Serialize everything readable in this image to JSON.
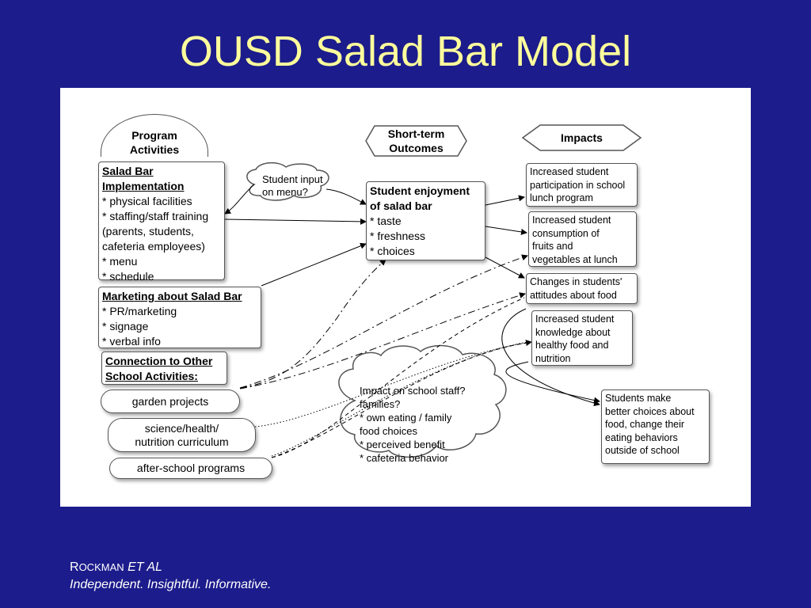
{
  "slide": {
    "title": "OUSD Salad Bar Model"
  },
  "diagram": {
    "headers": {
      "program_activities": [
        "Program",
        "Activities"
      ],
      "short_term_outcomes": [
        "Short-term",
        "Outcomes"
      ],
      "impacts": "Impacts"
    },
    "activities": {
      "salad_bar": {
        "heading": [
          "Salad Bar",
          "Implementation"
        ],
        "items": [
          "* physical facilities",
          "* staffing/staff training",
          "(parents, students,",
          "cafeteria employees)",
          "* menu",
          "* schedule"
        ]
      },
      "marketing": {
        "heading": "Marketing about Salad Bar",
        "items": [
          "* PR/marketing",
          "* signage",
          "* verbal info"
        ]
      },
      "connection": {
        "heading": [
          "Connection to Other",
          "School Activities:"
        ]
      },
      "garden": "garden projects",
      "science": [
        "science/health/",
        "nutrition curriculum"
      ],
      "afterschool": "after-school programs"
    },
    "student_input": [
      "Student input",
      "on menu?"
    ],
    "short_term": {
      "heading": [
        "Student enjoyment",
        "of salad bar"
      ],
      "items": [
        "* taste",
        "* freshness",
        "* choices"
      ]
    },
    "impacts": {
      "participation": [
        "Increased student",
        "participation in school",
        "lunch program"
      ],
      "consumption": [
        "Increased student",
        "consumption of",
        "fruits and",
        "vegetables at lunch"
      ],
      "attitudes": [
        "Changes in students'",
        "attitudes about food"
      ],
      "knowledge": [
        "Increased student",
        "knowledge about",
        "healthy food and",
        "nutrition"
      ],
      "choices": [
        "Students make",
        "better choices about",
        "food, change their",
        "eating behaviors",
        "outside of school"
      ]
    },
    "staff_cloud": [
      "Impact on school staff?",
      "families?",
      "* own eating / family",
      "food choices",
      "* perceived benefit",
      "* cafeteria behavior"
    ]
  },
  "footer": {
    "brand_initial": "R",
    "brand_rest": "OCKMAN",
    "brand_suffix": "ET AL",
    "tagline": "Independent. Insightful. Informative."
  },
  "colors": {
    "background": "#1c1c8c",
    "title": "#fdfd9c",
    "panel": "#ffffff",
    "footer_text": "#ffffff"
  }
}
